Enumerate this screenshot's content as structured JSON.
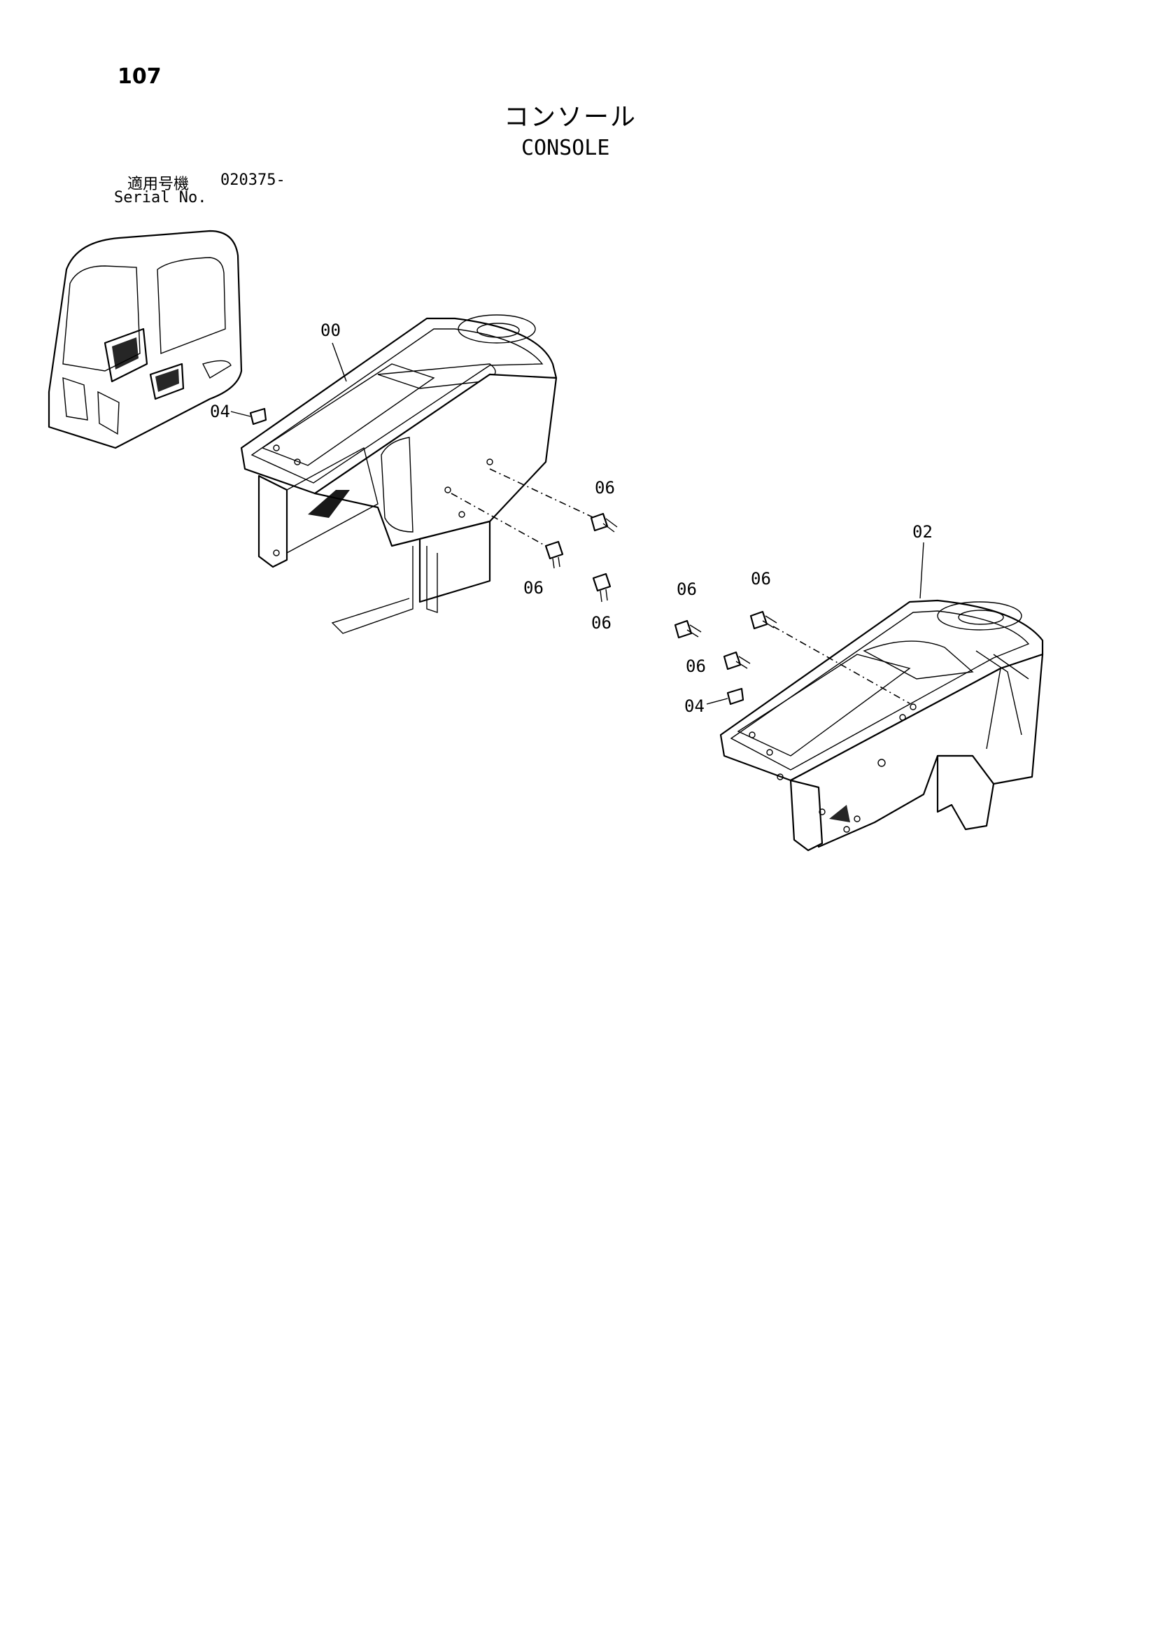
{
  "page_number": "107",
  "title": {
    "japanese": "コンソール",
    "english": "CONSOLE"
  },
  "serial": {
    "label_jp": "適用号機",
    "value": "020375-",
    "label_en": "Serial No."
  },
  "callouts": {
    "c1": "00",
    "c2": "04",
    "c3": "06",
    "c4": "06",
    "c5": "06",
    "c6": "02",
    "c7": "06",
    "c8": "06",
    "c9": "06",
    "c10": "04"
  }
}
